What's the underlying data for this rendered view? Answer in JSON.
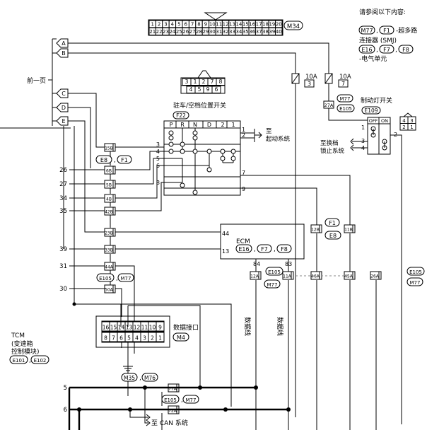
{
  "top_connector": {
    "row1": [
      "1",
      "2",
      "3",
      "4",
      "5",
      "6",
      "7",
      "8",
      "9",
      "10",
      "11",
      "12",
      "13",
      "14",
      "15",
      "16",
      "17",
      "18",
      "19",
      "20"
    ],
    "row2": [
      "21",
      "22",
      "23",
      "24",
      "25",
      "26",
      "27",
      "28",
      "29",
      "30",
      "31",
      "32",
      "33",
      "34",
      "35",
      "36",
      "37",
      "38",
      "39",
      "40"
    ],
    "tag": "M34"
  },
  "reference_note": {
    "line1": "请参阅以下内容:",
    "line2_tags": [
      "M77",
      "F1"
    ],
    "line2_text": "-超多路",
    "line3": "连接器 (SMJ)",
    "line4_tags": [
      "E16",
      "F7",
      "F8"
    ],
    "line5": "-电气单元"
  },
  "prev_page_label": "前一页",
  "arrows": [
    "A",
    "B",
    "C",
    "D",
    "E"
  ],
  "fuses": [
    {
      "amp": "10A",
      "num": "3"
    },
    {
      "amp": "10A",
      "num": "7"
    }
  ],
  "stop_lamp": {
    "title": "制动灯开关",
    "tag": "E109",
    "off": "OFF",
    "on": "ON",
    "pins": [
      "1",
      "2",
      "3",
      "4"
    ],
    "mini_connector": [
      "4",
      "3",
      "2",
      "1"
    ],
    "to_text1": "至换档",
    "to_text2": "锁止系统",
    "conn_tag": "27A",
    "conn_refs": [
      "M77",
      "E105"
    ]
  },
  "f22_connector": {
    "row1": [
      "3",
      "1",
      "2",
      "7",
      "8"
    ],
    "row2": [
      "4",
      "5",
      "9",
      "6"
    ]
  },
  "park_switch": {
    "title": "驻车/空档位置开关",
    "tag": "F22",
    "columns": [
      "P",
      "R",
      "N",
      "D",
      "2",
      "1"
    ],
    "pins_left": [
      "3",
      "4",
      "5",
      "6",
      "8"
    ],
    "pins_right": [
      "1",
      "2",
      "7",
      "9"
    ],
    "to_text1": "至",
    "to_text2": "起动系统"
  },
  "conn_refs_e8_f1": [
    "E8",
    "F1"
  ],
  "conn_refs_f1_e8": [
    "F1",
    "E8"
  ],
  "connectors": [
    "15B",
    "6B",
    "5B",
    "4B",
    "42B",
    "23B",
    "33B",
    "44A",
    "50A",
    "12B",
    "11B",
    "12A",
    "11A",
    "46A",
    "45A",
    "26A",
    "77A",
    "72A"
  ],
  "tcm_pins": [
    "26",
    "27",
    "34",
    "35",
    "39",
    "31",
    "30",
    "5",
    "6"
  ],
  "ecm": {
    "title": "ECM",
    "tags": [
      "E16",
      "F7",
      "F8"
    ],
    "pins": [
      "44",
      "13",
      "84",
      "83"
    ]
  },
  "refs_e105_m77": [
    "E105",
    "M77"
  ],
  "data_line": "数据线",
  "dlc": {
    "title": "数据接口",
    "tag": "M4",
    "row1": [
      "16",
      "15",
      "14",
      "13",
      "12",
      "11",
      "10",
      "9"
    ],
    "row2": [
      "8",
      "7",
      "6",
      "5",
      "4",
      "3",
      "2",
      "1"
    ]
  },
  "ground_refs": [
    "M35",
    "M76"
  ],
  "tcm": {
    "line1": "TCM",
    "line2": "(变速箱",
    "line3": "控制模块)",
    "tags": [
      "E101",
      "E102"
    ]
  },
  "can_text": "至 CAN 系统"
}
